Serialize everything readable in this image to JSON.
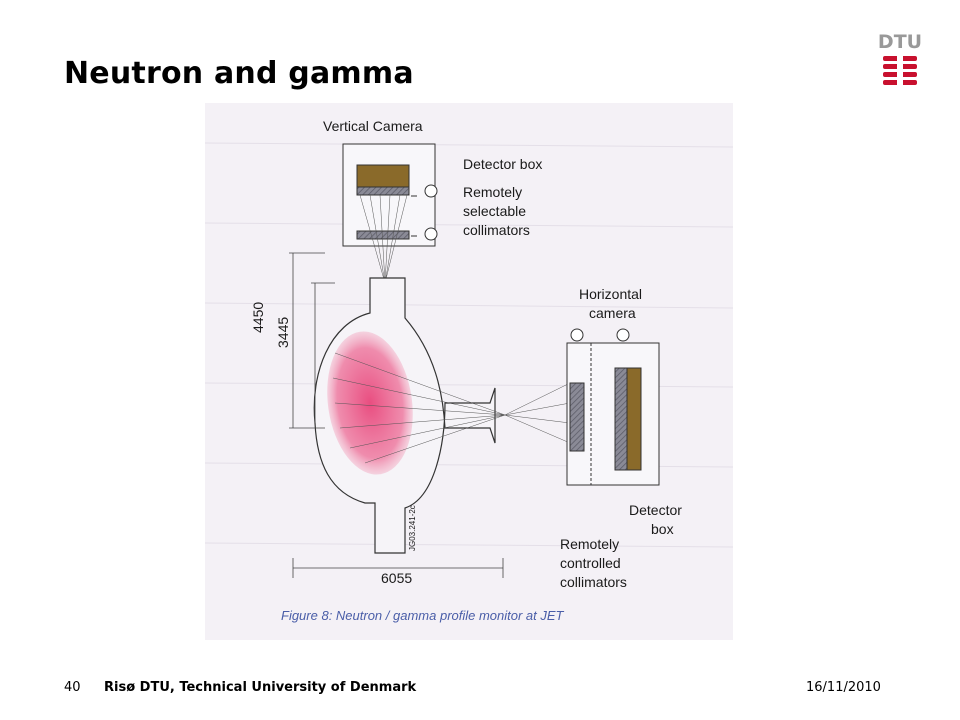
{
  "slide": {
    "title": "Neutron and gamma",
    "logo_text": "DTU",
    "colors": {
      "logo_red": "#c8102e",
      "caption_blue": "#4a5ea8",
      "plasma": "#e8457a"
    }
  },
  "figure": {
    "labels": {
      "vertical_camera": "Vertical Camera",
      "detector_box_top": "Detector box",
      "remotely_selectable_1": "Remotely",
      "remotely_selectable_2": "selectable",
      "remotely_selectable_3": "collimators",
      "horizontal_camera_1": "Horizontal",
      "horizontal_camera_2": "camera",
      "detector_box_right_1": "Detector",
      "detector_box_right_2": "box",
      "remotely_controlled_1": "Remotely",
      "remotely_controlled_2": "controlled",
      "remotely_controlled_3": "collimators",
      "dim_4450": "4450",
      "dim_3445": "3445",
      "dim_6055": "6055",
      "figure_id": "JG03.241-2c"
    },
    "caption": "Figure  8: Neutron / gamma profile monitor at JET"
  },
  "footer": {
    "page_number": "40",
    "institution": "Risø DTU, Technical University of Denmark",
    "date": "16/11/2010"
  }
}
